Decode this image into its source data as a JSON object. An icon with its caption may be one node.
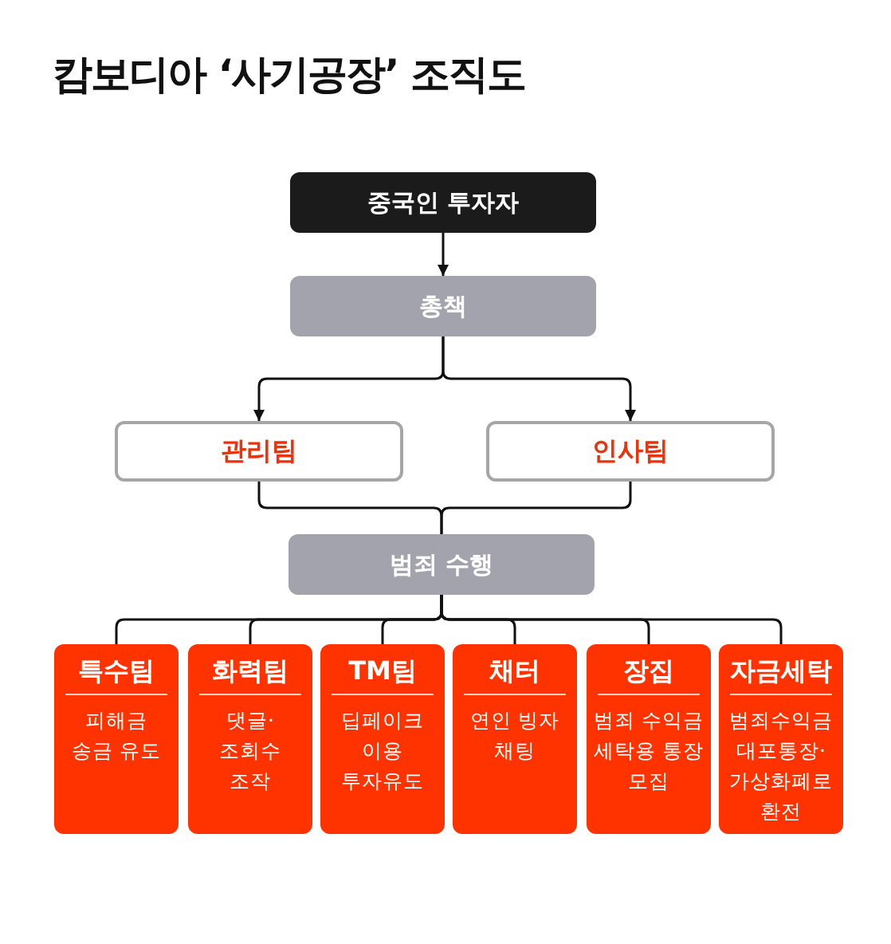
{
  "diagram": {
    "title": "캄보디아 ‘사기공장’ 조직도",
    "nodes": [
      {
        "text": [
          "중국인 투자자"
        ]
      },
      {
        "text": [
          "총책"
        ]
      },
      {
        "text": [
          "관리팀"
        ]
      },
      {
        "text": [
          "인사팀"
        ]
      },
      {
        "text": [
          "범죄 수행"
        ]
      },
      {
        "text": [
          "특수팀",
          "피해금 송금 유도"
        ]
      },
      {
        "text": [
          "화력팀",
          "댓글·조회수 조작"
        ]
      },
      {
        "text": [
          "TM팀",
          "딥페이크 이용 투자유도"
        ]
      },
      {
        "text": [
          "채터",
          "연인 빙자 채팅"
        ]
      },
      {
        "text": [
          "장집",
          "범죄 수익금 세탁용 통장 모집"
        ]
      },
      {
        "text": [
          "자금세탁",
          "범죄수익금 대포통장·가상화폐로 환전"
        ]
      }
    ],
    "edges": [
      {
        "from": 0,
        "to": 1,
        "arrow": "to"
      },
      {
        "from": 1,
        "to": 2,
        "arrow": "to"
      },
      {
        "from": 1,
        "to": 3,
        "arrow": "to"
      },
      {
        "from": 2,
        "to": 4,
        "arrow": "none"
      },
      {
        "from": 3,
        "to": 4,
        "arrow": "none"
      },
      {
        "from": 4,
        "to": 5,
        "arrow": "none"
      },
      {
        "from": 4,
        "to": 6,
        "arrow": "none"
      },
      {
        "from": 4,
        "to": 7,
        "arrow": "none"
      },
      {
        "from": 4,
        "to": 8,
        "arrow": "none"
      },
      {
        "from": 4,
        "to": 9,
        "arrow": "none"
      },
      {
        "from": 4,
        "to": 10,
        "arrow": "none"
      }
    ]
  }
}
